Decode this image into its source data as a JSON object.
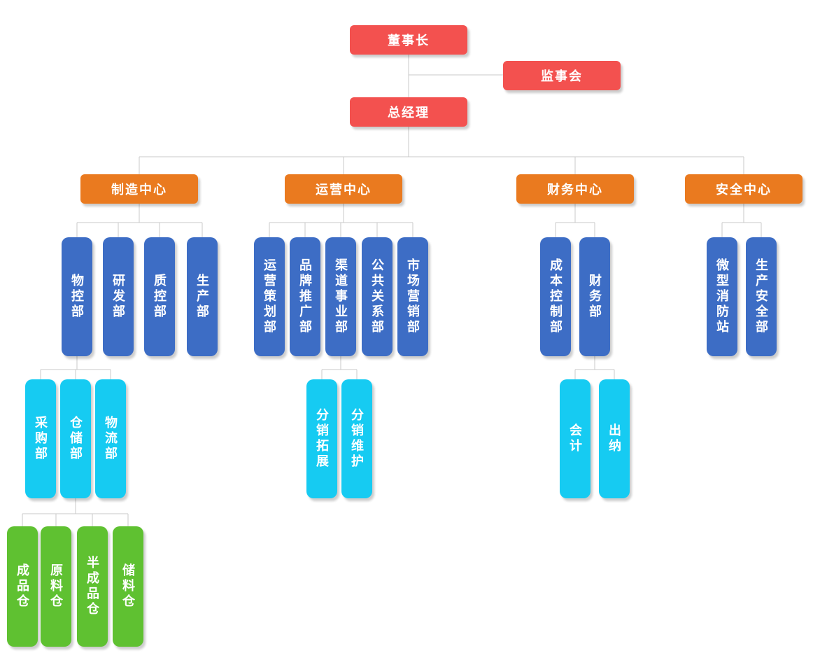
{
  "colors": {
    "executive": "#f3514f",
    "center": "#ea7a1f",
    "department": "#3d6dc5",
    "section": "#16cbf2",
    "warehouse": "#5fc131",
    "connector": "#c9c9c9",
    "text": "#ffffff",
    "background": "#ffffff"
  },
  "org": {
    "chairman": {
      "label": "董事长"
    },
    "supervisory_board": {
      "label": "监事会"
    },
    "general_manager": {
      "label": "总经理"
    },
    "centers": [
      {
        "label": "制造中心",
        "departments": [
          {
            "label": "物控部",
            "sections": [
              {
                "label": "采购部"
              },
              {
                "label": "仓储部",
                "warehouses": [
                  {
                    "label": "成品仓"
                  },
                  {
                    "label": "原料仓"
                  },
                  {
                    "label": "半成品仓"
                  },
                  {
                    "label": "储料仓"
                  }
                ]
              },
              {
                "label": "物流部"
              }
            ]
          },
          {
            "label": "研发部"
          },
          {
            "label": "质控部"
          },
          {
            "label": "生产部"
          }
        ]
      },
      {
        "label": "运营中心",
        "departments": [
          {
            "label": "运营策划部"
          },
          {
            "label": "品牌推广部"
          },
          {
            "label": "渠道事业部",
            "sections": [
              {
                "label": "分销拓展"
              },
              {
                "label": "分销维护"
              }
            ]
          },
          {
            "label": "公共关系部"
          },
          {
            "label": "市场营销部"
          }
        ]
      },
      {
        "label": "财务中心",
        "departments": [
          {
            "label": "成本控制部"
          },
          {
            "label": "财务部",
            "sections": [
              {
                "label": "会计"
              },
              {
                "label": "出纳"
              }
            ]
          }
        ]
      },
      {
        "label": "安全中心",
        "departments": [
          {
            "label": "微型消防站"
          },
          {
            "label": "生产安全部"
          }
        ]
      }
    ]
  }
}
